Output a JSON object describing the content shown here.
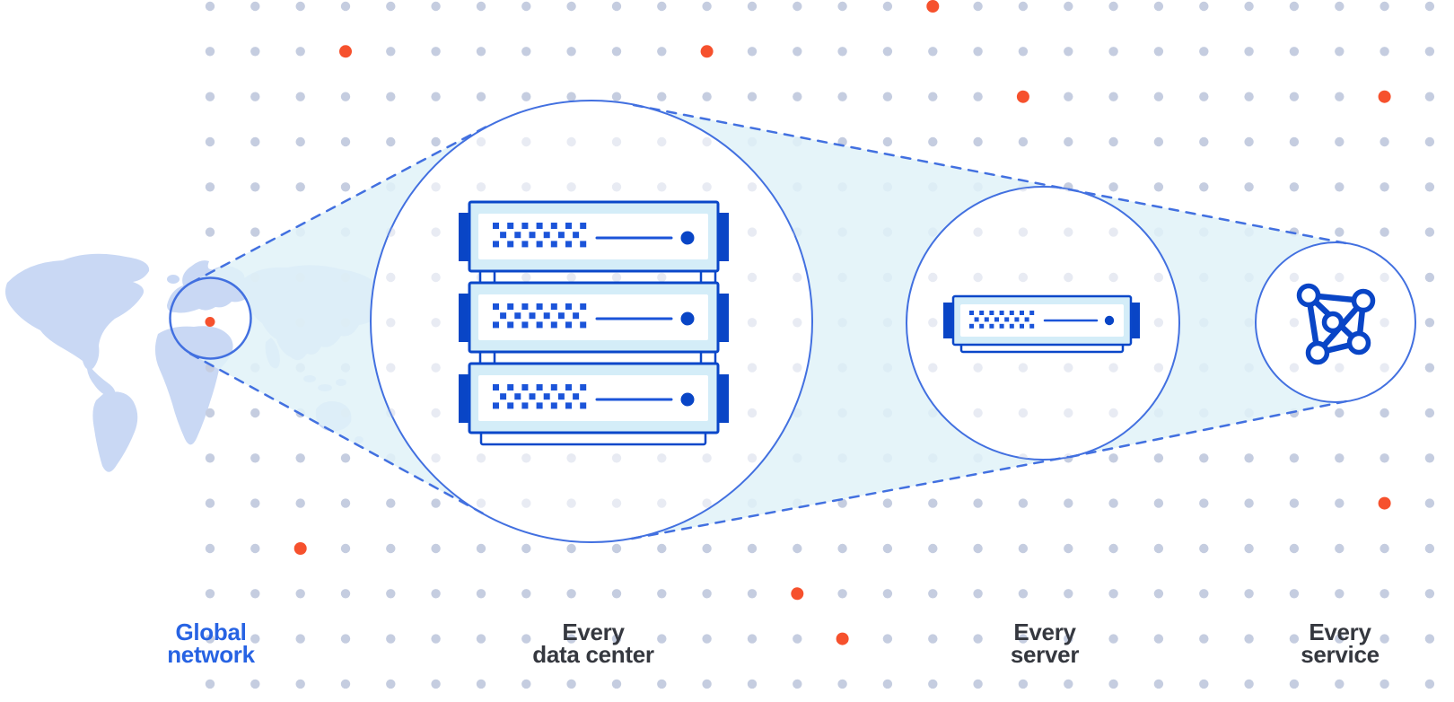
{
  "diagram": {
    "description": "Zoom-out illustration from global network map to data center rack to single server to service mesh",
    "stages": [
      {
        "id": "global-network",
        "label_lines": [
          "Global",
          "network"
        ],
        "emphasis": "accent"
      },
      {
        "id": "every-data-center",
        "label_lines": [
          "Every",
          "data center"
        ],
        "emphasis": "default"
      },
      {
        "id": "every-server",
        "label_lines": [
          "Every",
          "server"
        ],
        "emphasis": "default"
      },
      {
        "id": "every-service",
        "label_lines": [
          "Every",
          "service"
        ],
        "emphasis": "default"
      }
    ],
    "rack_server_count": 3
  },
  "icons": [
    {
      "name": "world-map"
    },
    {
      "name": "map-highlight-circle"
    },
    {
      "name": "location-marker-dot"
    },
    {
      "name": "server-rack"
    },
    {
      "name": "server-unit"
    },
    {
      "name": "mesh-network-icon"
    }
  ],
  "dot_grid": {
    "cols": 28,
    "rows": 16,
    "accent_dots": [
      [
        16,
        0
      ],
      [
        3,
        1
      ],
      [
        11,
        1
      ],
      [
        18,
        2
      ],
      [
        26,
        2
      ],
      [
        26,
        11
      ],
      [
        2,
        12
      ],
      [
        13,
        13
      ],
      [
        14,
        14
      ]
    ]
  },
  "colors": {
    "background": "#ffffff",
    "dot_gray": "#C5CDE0",
    "dot_orange": "#F6512D",
    "map_fill": "#C9D8F4",
    "outline_blue": "#4270E0",
    "cone_fill": "#E1F2F8",
    "device_stroke": "#0A47C9",
    "device_fill": "#D4EDF8",
    "device_accent": "#1B54D9",
    "device_dark": "#0945C6",
    "label_blue": "#2763E3",
    "label_dark": "#35383F"
  }
}
